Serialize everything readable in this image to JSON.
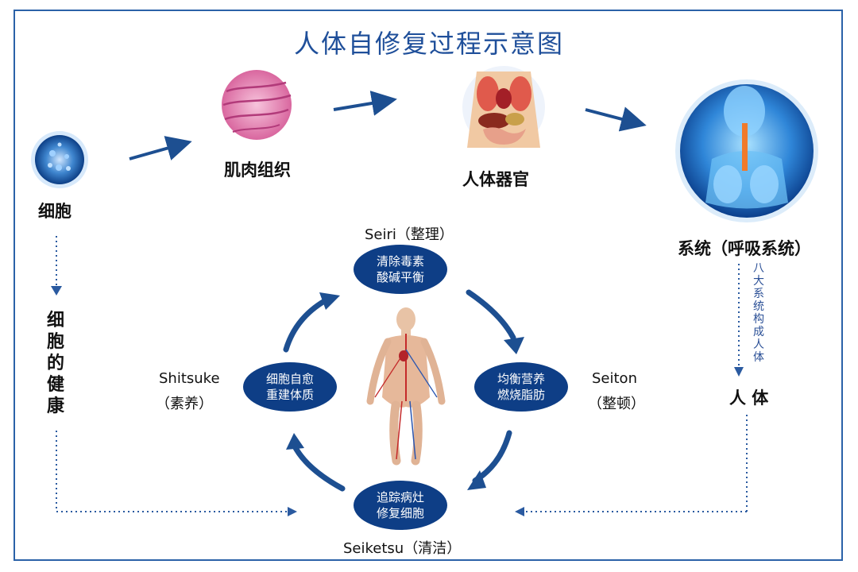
{
  "title": "人体自修复过程示意图",
  "top_flow": {
    "cell": "细胞",
    "muscle": "肌肉组织",
    "organ": "人体器官",
    "system": "系统（呼吸系统）",
    "body": "人 体"
  },
  "left_vertical": "细胞的健康",
  "right_vertical": "八大系统构成人体",
  "cycle": {
    "top": {
      "label": "Seiri（整理）",
      "text": "清除毒素\n酸碱平衡"
    },
    "right": {
      "label_1": "Seiton",
      "label_2": "（整顿）",
      "text": "均衡营养\n燃烧脂肪"
    },
    "bottom": {
      "label": "Seiketsu（清洁）",
      "text": "追踪病灶\n修复细胞"
    },
    "left": {
      "label_1": "Shitsuke",
      "label_2": "（素养）",
      "text": "细胞自愈\n重建体质"
    }
  },
  "colors": {
    "accent": "#1f4f9a",
    "arrow": "#1d4f91",
    "pill": "#0e3e86",
    "border": "#2b62a8"
  },
  "icons": [
    "cell-icon",
    "muscle-tissue-icon",
    "organs-icon",
    "respiratory-system-icon",
    "human-body-anatomy-icon"
  ]
}
